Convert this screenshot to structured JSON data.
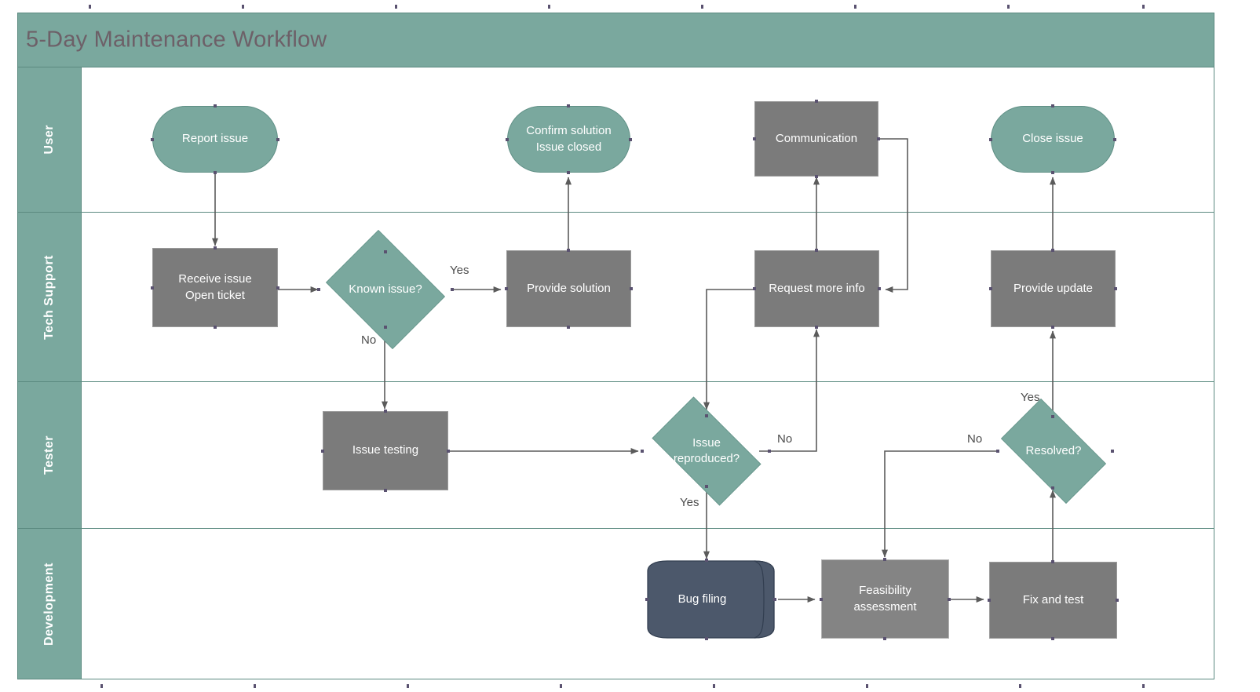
{
  "title": "5-Day Maintenance Workflow",
  "colors": {
    "accent_teal": "#7aa89e",
    "accent_teal_border": "#5f8f85",
    "process_gray": "#7b7b7b",
    "process_gray_light": "#848484",
    "cylinder_navy": "#4c586b",
    "title_text": "#6d6068",
    "edge_stroke": "#5b5b5b",
    "lane_border": "#5b8a80"
  },
  "lanes": [
    {
      "id": "user",
      "label": "User"
    },
    {
      "id": "tech-support",
      "label": "Tech Support"
    },
    {
      "id": "tester",
      "label": "Tester"
    },
    {
      "id": "development",
      "label": "Development"
    }
  ],
  "nodes": [
    {
      "id": "report-issue",
      "lane": "user",
      "shape": "terminator",
      "label": "Report issue"
    },
    {
      "id": "confirm-solution",
      "lane": "user",
      "shape": "terminator",
      "label": "Confirm solution\nIssue closed"
    },
    {
      "id": "communication",
      "lane": "user",
      "shape": "process",
      "label": "Communication"
    },
    {
      "id": "close-issue",
      "lane": "user",
      "shape": "terminator",
      "label": "Close issue"
    },
    {
      "id": "receive-issue",
      "lane": "tech-support",
      "shape": "process",
      "label": "Receive issue\nOpen ticket"
    },
    {
      "id": "known-issue",
      "lane": "tech-support",
      "shape": "decision",
      "label": "Known issue?"
    },
    {
      "id": "provide-solution",
      "lane": "tech-support",
      "shape": "process",
      "label": "Provide solution"
    },
    {
      "id": "request-more-info",
      "lane": "tech-support",
      "shape": "process",
      "label": "Request more info"
    },
    {
      "id": "provide-update",
      "lane": "tech-support",
      "shape": "process",
      "label": "Provide update"
    },
    {
      "id": "issue-testing",
      "lane": "tester",
      "shape": "process",
      "label": "Issue testing"
    },
    {
      "id": "issue-reproduced",
      "lane": "tester",
      "shape": "decision",
      "label": "Issue\nreproduced?"
    },
    {
      "id": "resolved",
      "lane": "tester",
      "shape": "decision",
      "label": "Resolved?"
    },
    {
      "id": "bug-filing",
      "lane": "development",
      "shape": "cylinder",
      "label": "Bug filing"
    },
    {
      "id": "feasibility-assessment",
      "lane": "development",
      "shape": "process-light",
      "label": "Feasibility\nassessment"
    },
    {
      "id": "fix-and-test",
      "lane": "development",
      "shape": "process",
      "label": "Fix and test"
    }
  ],
  "edges": [
    {
      "from": "report-issue",
      "to": "receive-issue",
      "label": ""
    },
    {
      "from": "receive-issue",
      "to": "known-issue",
      "label": ""
    },
    {
      "from": "known-issue",
      "to": "provide-solution",
      "label": "Yes"
    },
    {
      "from": "known-issue",
      "to": "issue-testing",
      "label": "No"
    },
    {
      "from": "provide-solution",
      "to": "confirm-solution",
      "label": ""
    },
    {
      "from": "issue-testing",
      "to": "issue-reproduced",
      "label": ""
    },
    {
      "from": "issue-reproduced",
      "to": "request-more-info",
      "label": "No"
    },
    {
      "from": "issue-reproduced",
      "to": "bug-filing",
      "label": "Yes"
    },
    {
      "from": "request-more-info",
      "to": "communication",
      "label": ""
    },
    {
      "from": "communication",
      "to": "request-more-info",
      "label": ""
    },
    {
      "from": "request-more-info",
      "to": "issue-reproduced",
      "label": ""
    },
    {
      "from": "bug-filing",
      "to": "feasibility-assessment",
      "label": ""
    },
    {
      "from": "feasibility-assessment",
      "to": "fix-and-test",
      "label": ""
    },
    {
      "from": "fix-and-test",
      "to": "resolved",
      "label": ""
    },
    {
      "from": "resolved",
      "to": "provide-update",
      "label": "Yes"
    },
    {
      "from": "resolved",
      "to": "feasibility-assessment",
      "label": "No"
    },
    {
      "from": "provide-update",
      "to": "close-issue",
      "label": ""
    }
  ],
  "edge_labels": {
    "known_yes": "Yes",
    "known_no": "No",
    "reproduced_no": "No",
    "reproduced_yes": "Yes",
    "resolved_yes": "Yes",
    "resolved_no": "No"
  },
  "node_labels": {
    "report_issue": "Report issue",
    "confirm_solution_l1": "Confirm solution",
    "confirm_solution_l2": "Issue closed",
    "communication": "Communication",
    "close_issue": "Close issue",
    "receive_issue_l1": "Receive issue",
    "receive_issue_l2": "Open ticket",
    "known_issue": "Known issue?",
    "provide_solution": "Provide solution",
    "request_more_info": "Request more info",
    "provide_update": "Provide update",
    "issue_testing": "Issue testing",
    "issue_reproduced_l1": "Issue",
    "issue_reproduced_l2": "reproduced?",
    "resolved": "Resolved?",
    "bug_filing": "Bug filing",
    "feasibility_l1": "Feasibility",
    "feasibility_l2": "assessment",
    "fix_and_test": "Fix and test"
  }
}
